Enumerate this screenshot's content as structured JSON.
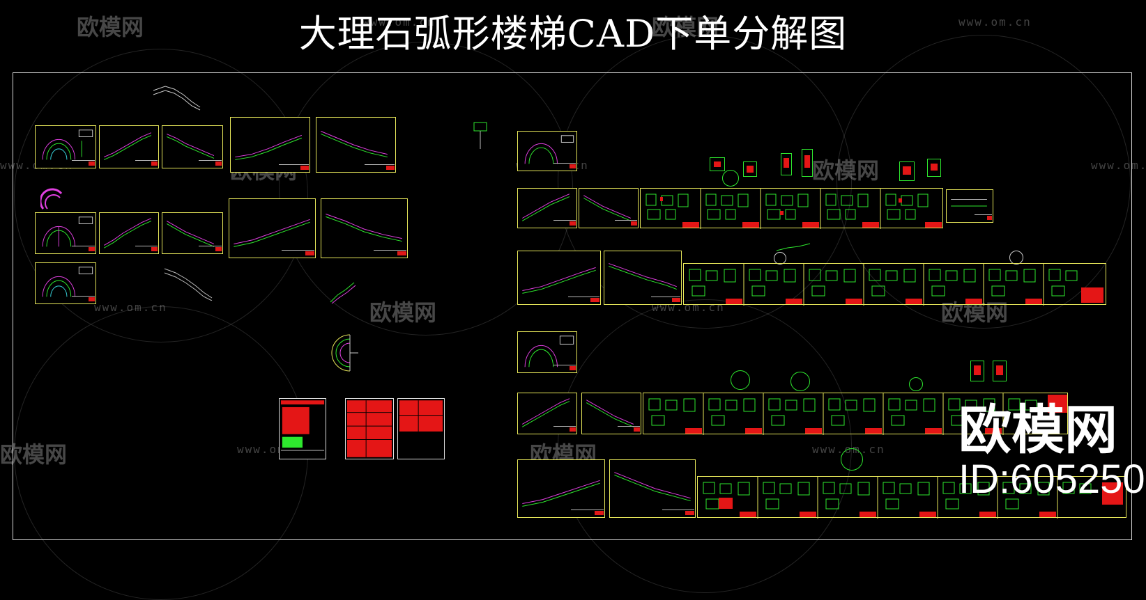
{
  "page": {
    "title": "大理石弧形楼梯CAD下单分解图"
  },
  "watermark": {
    "brand": "欧模网",
    "url": "www.om.cn",
    "id_label": "ID:605250"
  },
  "colors": {
    "background": "#000000",
    "sheet_border": "#e8e85a",
    "cad_green": "#2ee82e",
    "cad_magenta": "#e040e0",
    "cad_red": "#e41616",
    "cad_cyan": "#38d8e0"
  }
}
